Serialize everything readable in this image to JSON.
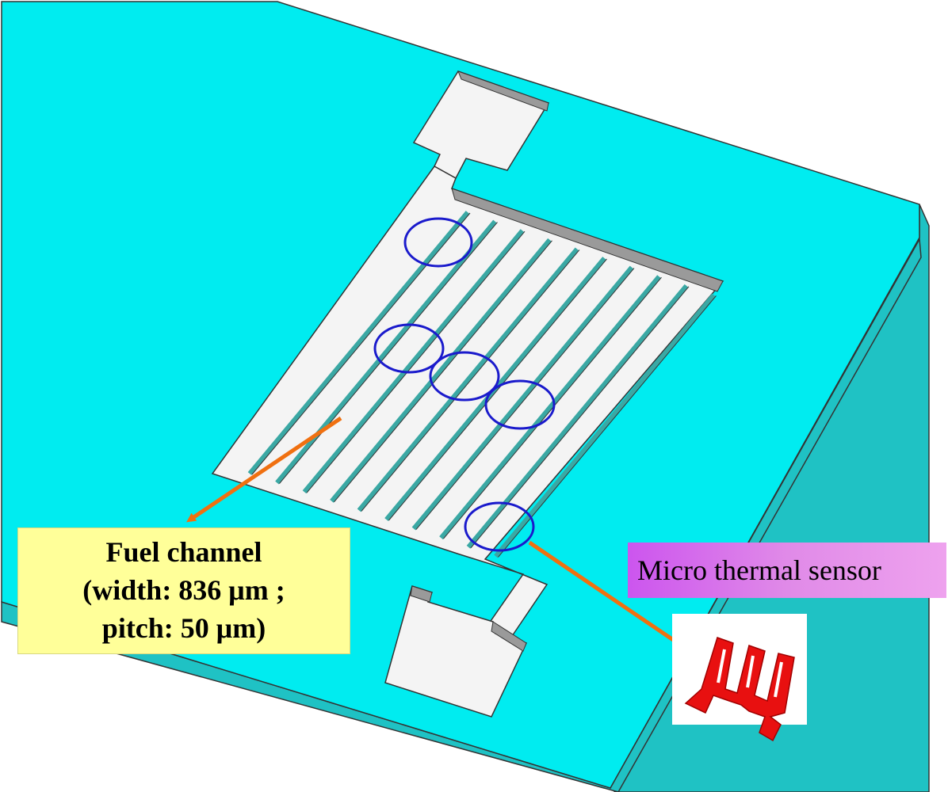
{
  "fuel_channel": {
    "line1": "Fuel channel",
    "line2": "(width: 836 μm ;",
    "line3": "pitch: 50 μm)"
  },
  "sensor": {
    "label": "Micro thermal sensor"
  },
  "colors": {
    "substrate_top": "#00ecf0",
    "substrate_side": "#20c4c4",
    "cavity_floor": "#f4f4f4",
    "channel_wall": "#3aa8a4",
    "highlight_circle": "#1a1acc",
    "arrow": "#f07010",
    "sensor": "#e81010",
    "fuel_label_bg": "#ffff99",
    "sensor_label_bg": "#dd80ee"
  },
  "icons": {
    "arrow": "arrow-icon",
    "sensor": "serpentine-sensor-icon"
  }
}
